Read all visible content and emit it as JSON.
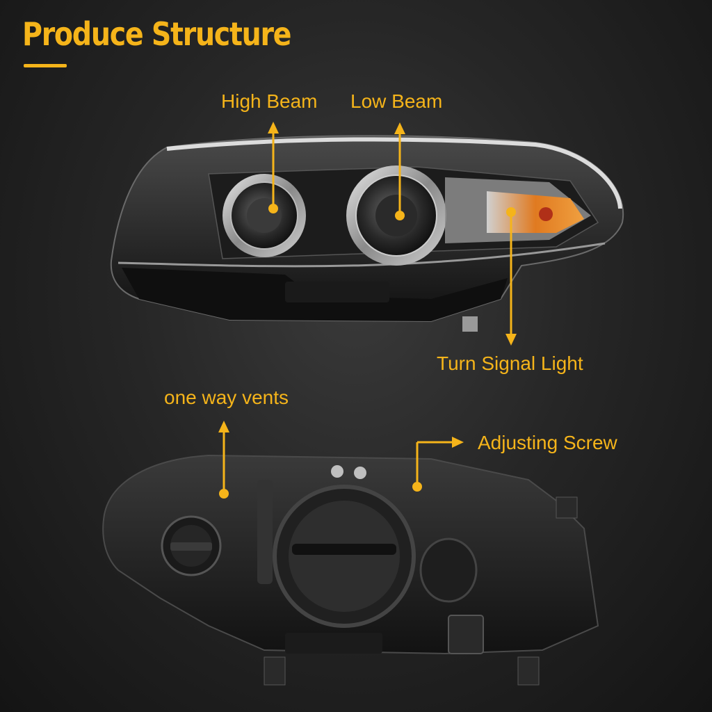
{
  "title": "Produce Structure",
  "colors": {
    "accent": "#f5b41a",
    "background": "#262626"
  },
  "labels": {
    "high_beam": "High Beam",
    "low_beam": "Low Beam",
    "turn_signal": "Turn Signal Light",
    "vents": "one way vents",
    "adjusting_screw": "Adjusting Screw"
  }
}
